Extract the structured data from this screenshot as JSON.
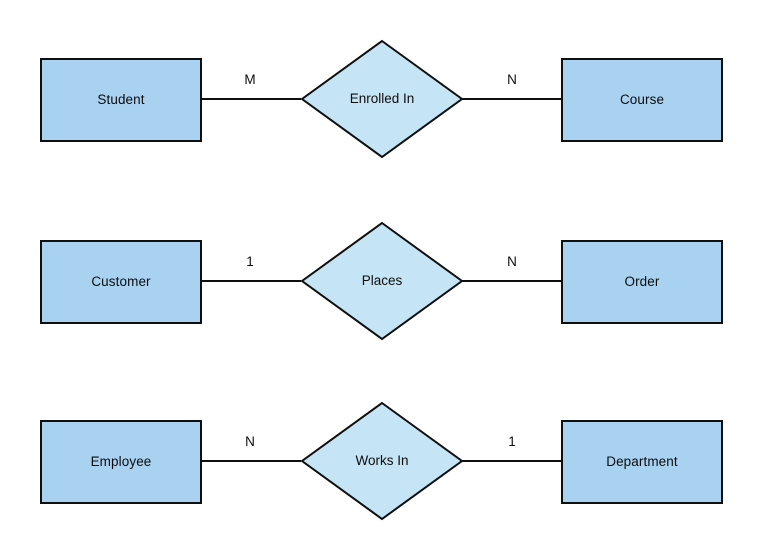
{
  "diagram": {
    "type": "entity-relationship-diagram",
    "background_color": "#ffffff",
    "entity_fill": "#a9d2f0",
    "relationship_fill": "#c5e4f5",
    "stroke_color": "#0f0f0f"
  },
  "rows": [
    {
      "left_entity": "Student",
      "left_cardinality": "M",
      "relationship": "Enrolled In",
      "right_cardinality": "N",
      "right_entity": "Course"
    },
    {
      "left_entity": "Customer",
      "left_cardinality": "1",
      "relationship": "Places",
      "right_cardinality": "N",
      "right_entity": "Order"
    },
    {
      "left_entity": "Employee",
      "left_cardinality": "N",
      "relationship": "Works In",
      "right_cardinality": "1",
      "right_entity": "Department"
    }
  ]
}
